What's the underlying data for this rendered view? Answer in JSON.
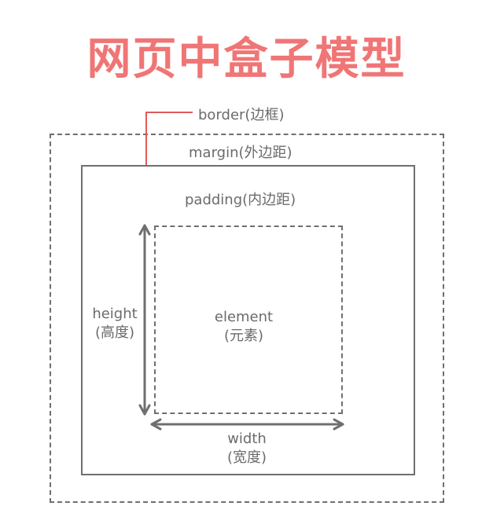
{
  "title": "网页中盒子模型",
  "labels": {
    "border": "border(边框)",
    "margin": "margin(外边距)",
    "padding": "padding(内边距)",
    "height_en": "height",
    "height_cn": "(高度)",
    "element_en": "element",
    "element_cn": "(元素)",
    "width_en": "width",
    "width_cn": "(宽度)"
  },
  "colors": {
    "title": "#f07575",
    "border_pointer": "#e05a5a",
    "lines": "#6f6f6f",
    "text": "#6b6b6b"
  }
}
